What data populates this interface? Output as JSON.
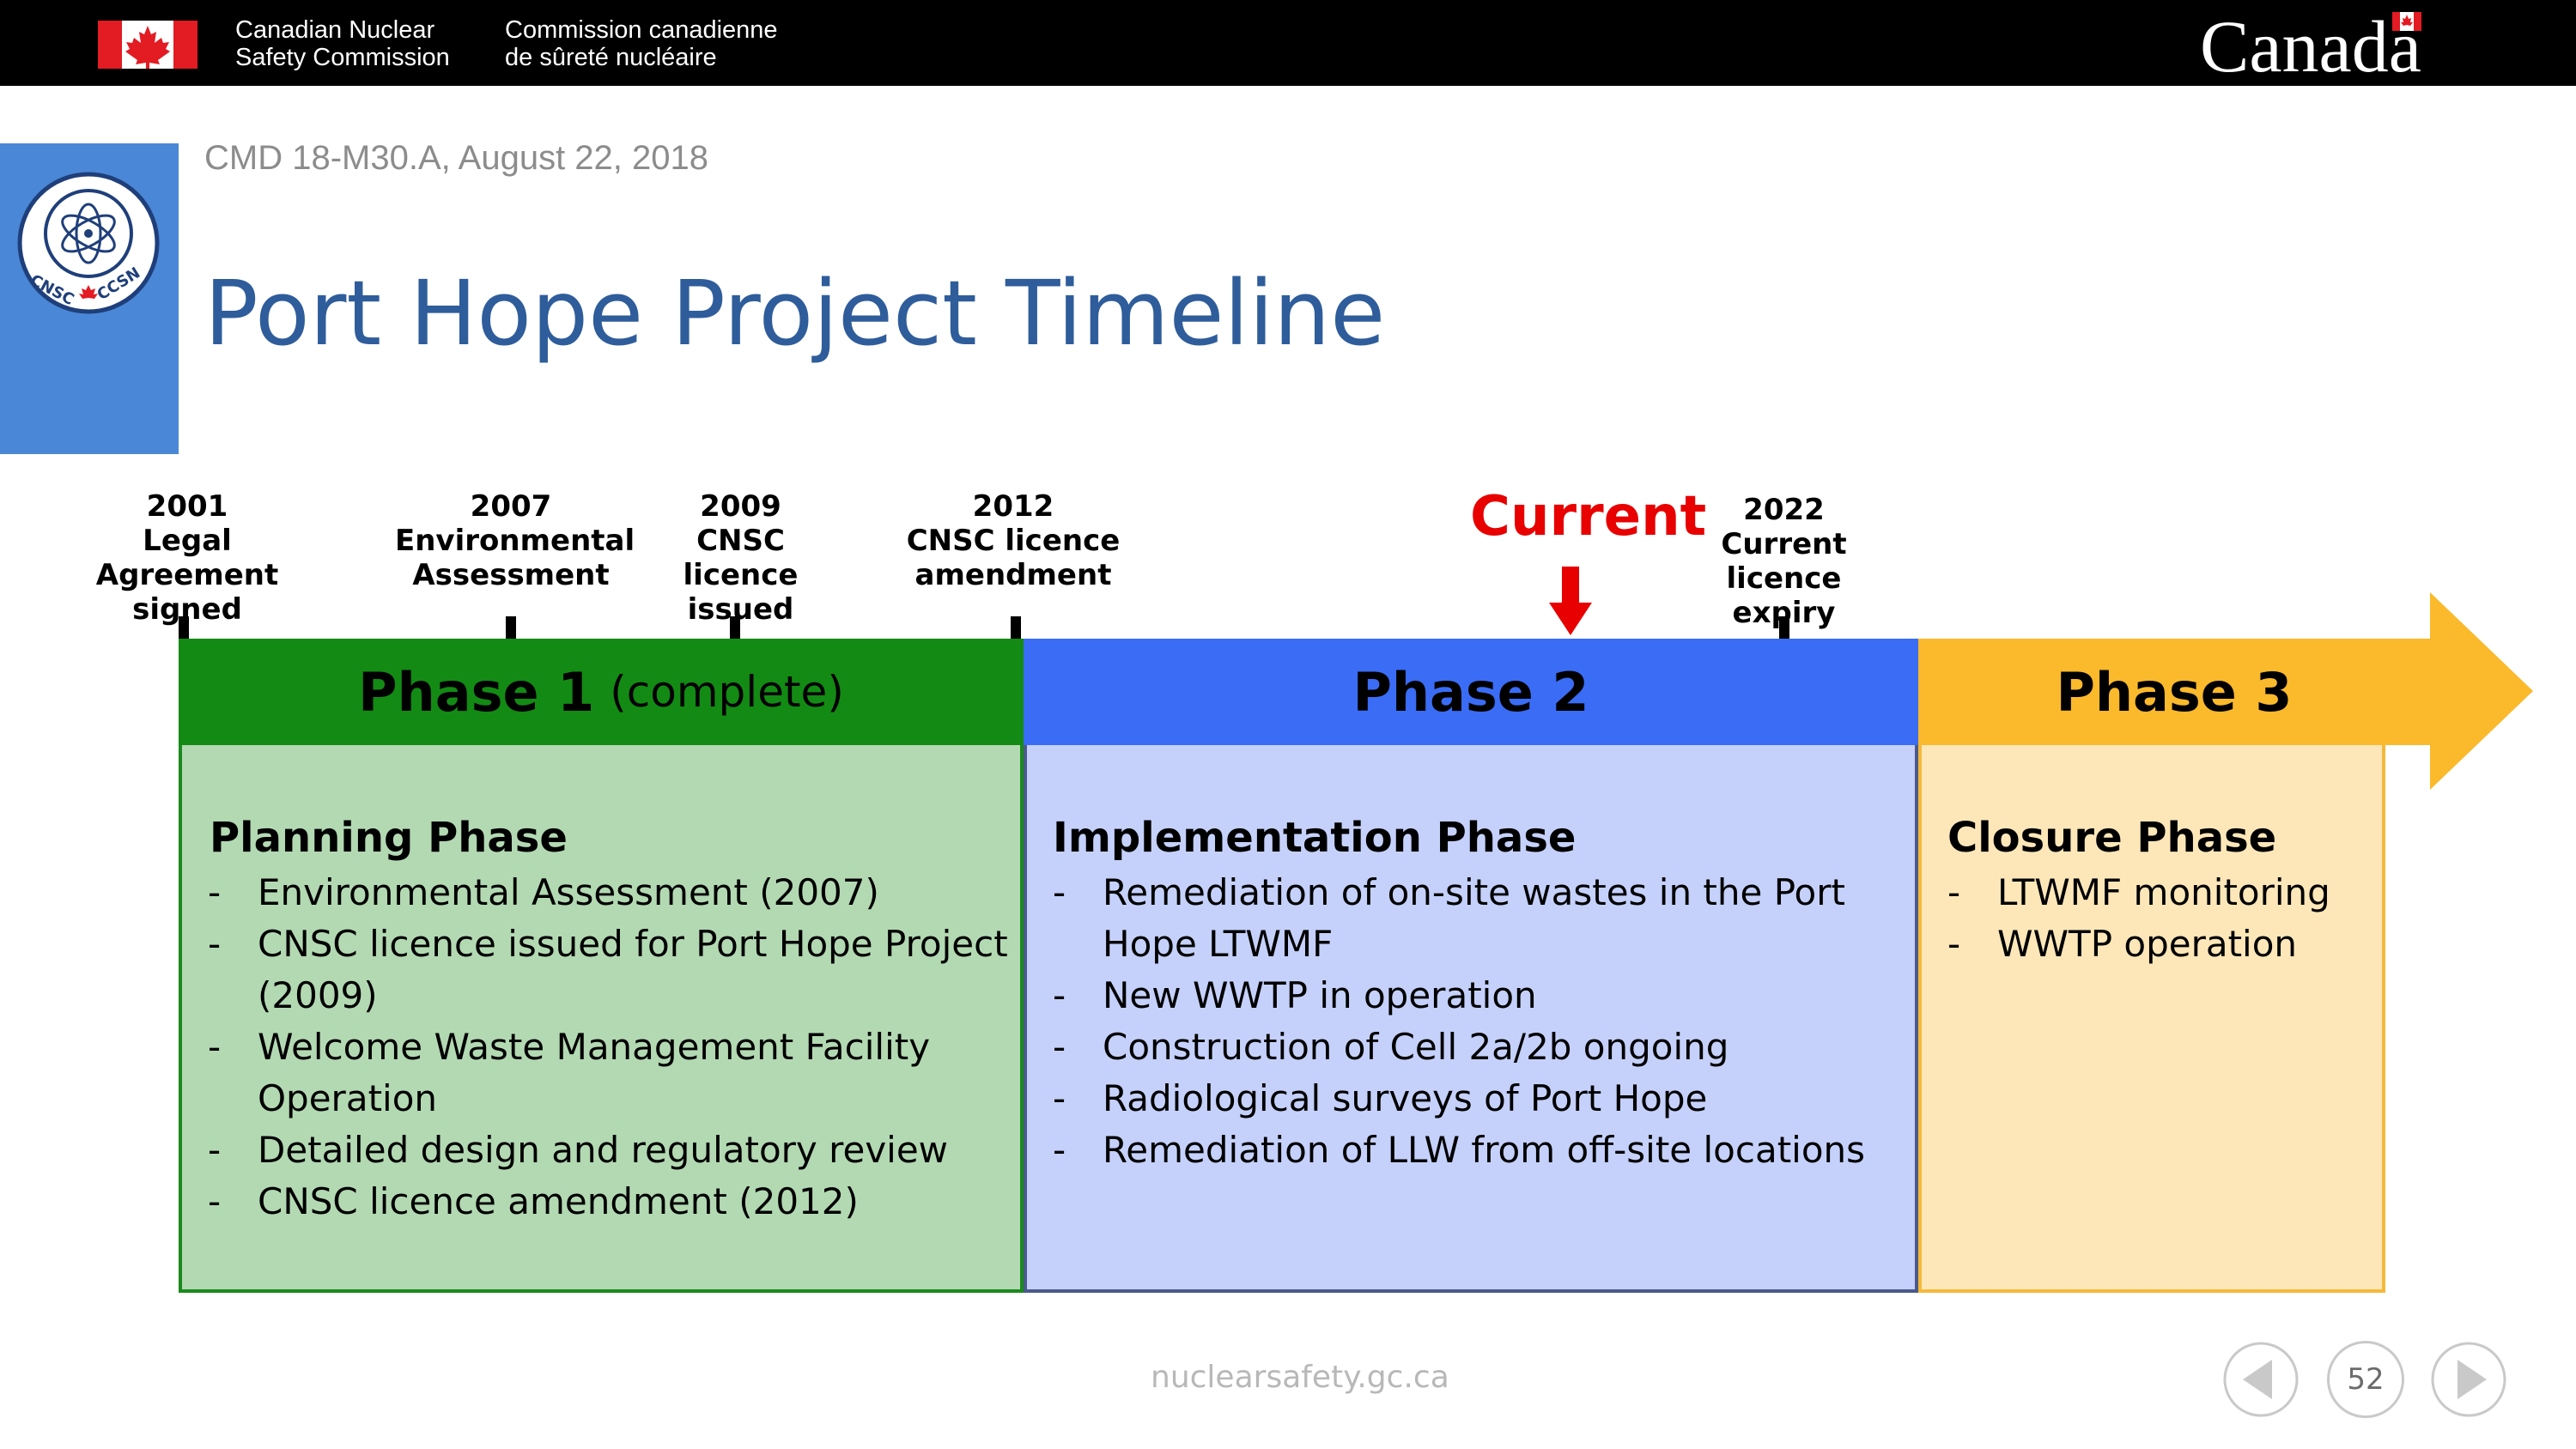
{
  "header": {
    "agency_en_line1": "Canadian Nuclear",
    "agency_en_line2": "Safety Commission",
    "agency_fr_line1": "Commission canadienne",
    "agency_fr_line2": "de sûreté nucléaire",
    "wordmark": "Canada",
    "flag_color": "#e31b23"
  },
  "logo": {
    "text_left": "CNSC",
    "text_right": "CCSN"
  },
  "doc_ref": "CMD 18-M30.A, August 22, 2018",
  "title": "Port Hope Project Timeline",
  "milestones": [
    {
      "year": "2001",
      "line1": "Legal Agreement",
      "line2": "signed"
    },
    {
      "year": "2007",
      "line1": "Environmental",
      "line2": "Assessment"
    },
    {
      "year": "2009",
      "line1": "CNSC",
      "line2": "licence issued"
    },
    {
      "year": "2012",
      "line1": "CNSC licence",
      "line2": "amendment"
    },
    {
      "year": "2022",
      "line1": "Current",
      "line2": "licence expiry"
    }
  ],
  "current_marker": {
    "label": "Current",
    "color": "#e80000"
  },
  "phases": [
    {
      "label": "Phase 1",
      "sublabel": "(complete)",
      "bar_color": "#138a14",
      "box_color": "#b3d9b3",
      "heading": "Planning Phase",
      "items": [
        "Environmental Assessment (2007)",
        "CNSC licence issued for Port Hope Project (2009)",
        "Welcome Waste Management Facility Operation",
        "Detailed design and regulatory review",
        "CNSC licence amendment (2012)"
      ]
    },
    {
      "label": "Phase 2",
      "bar_color": "#3a6cf5",
      "box_color": "#c5d1fb",
      "heading": "Implementation Phase",
      "items": [
        "Remediation of on-site wastes in the Port Hope LTWMF",
        "New WWTP in operation",
        "Construction of Cell 2a/2b ongoing",
        "Radiological surveys of Port Hope",
        "Remediation of LLW from off-site locations"
      ]
    },
    {
      "label": "Phase 3",
      "bar_color": "#fbb92c",
      "box_color": "#fde7b9",
      "heading": "Closure Phase",
      "items": [
        "LTWMF monitoring",
        "WWTP operation"
      ]
    }
  ],
  "list_marker": "-",
  "footer": {
    "url": "nuclearsafety.gc.ca",
    "page_number": "52"
  }
}
